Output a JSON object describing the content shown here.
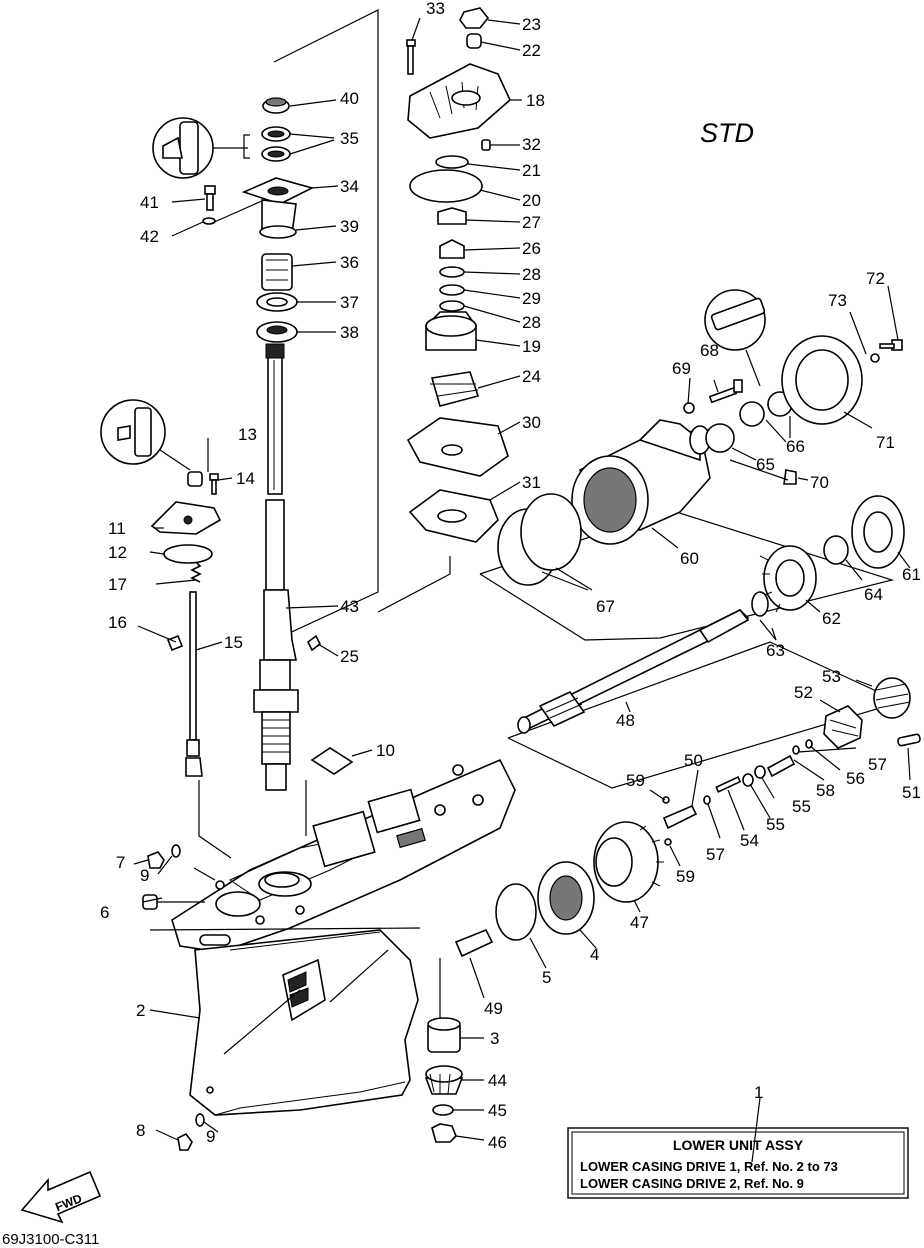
{
  "header": {
    "label": "STD"
  },
  "footer": {
    "code": "69J3100-C311"
  },
  "fwd_arrow": {
    "label": "FWD"
  },
  "assembly_box": {
    "ref": "1",
    "title": "LOWER  UNIT ASSY",
    "line1": "LOWER CASING DRIVE 1,  Ref. No. 2 to 73",
    "line2": "LOWER CASING DRIVE 2,  Ref.  No.  9"
  },
  "labels": {
    "p2": "2",
    "p3": "3",
    "p4": "4",
    "p5": "5",
    "p6": "6",
    "p7": "7",
    "p8": "8",
    "p9a": "9",
    "p9b": "9",
    "p10": "10",
    "p11": "11",
    "p12": "12",
    "p13": "13",
    "p14": "14",
    "p15": "15",
    "p16": "16",
    "p17": "17",
    "p18": "18",
    "p19": "19",
    "p20": "20",
    "p21": "21",
    "p22": "22",
    "p23": "23",
    "p24": "24",
    "p25": "25",
    "p26": "26",
    "p27": "27",
    "p28a": "28",
    "p28b": "28",
    "p29": "29",
    "p30": "30",
    "p31": "31",
    "p32": "32",
    "p33": "33",
    "p34": "34",
    "p35": "35",
    "p36": "36",
    "p37": "37",
    "p38": "38",
    "p39": "39",
    "p40": "40",
    "p41": "41",
    "p42": "42",
    "p43": "43",
    "p44": "44",
    "p45": "45",
    "p46": "46",
    "p47": "47",
    "p48": "48",
    "p49": "49",
    "p50": "50",
    "p51": "51",
    "p52": "52",
    "p53": "53",
    "p54": "54",
    "p55a": "55",
    "p55b": "55",
    "p56": "56",
    "p57a": "57",
    "p57b": "57",
    "p58": "58",
    "p59a": "59",
    "p59b": "59",
    "p60": "60",
    "p61": "61",
    "p62": "62",
    "p63": "63",
    "p64": "64",
    "p65": "65",
    "p66": "66",
    "p67": "67",
    "p68": "68",
    "p69": "69",
    "p70": "70",
    "p71": "71",
    "p72": "72",
    "p73": "73"
  }
}
